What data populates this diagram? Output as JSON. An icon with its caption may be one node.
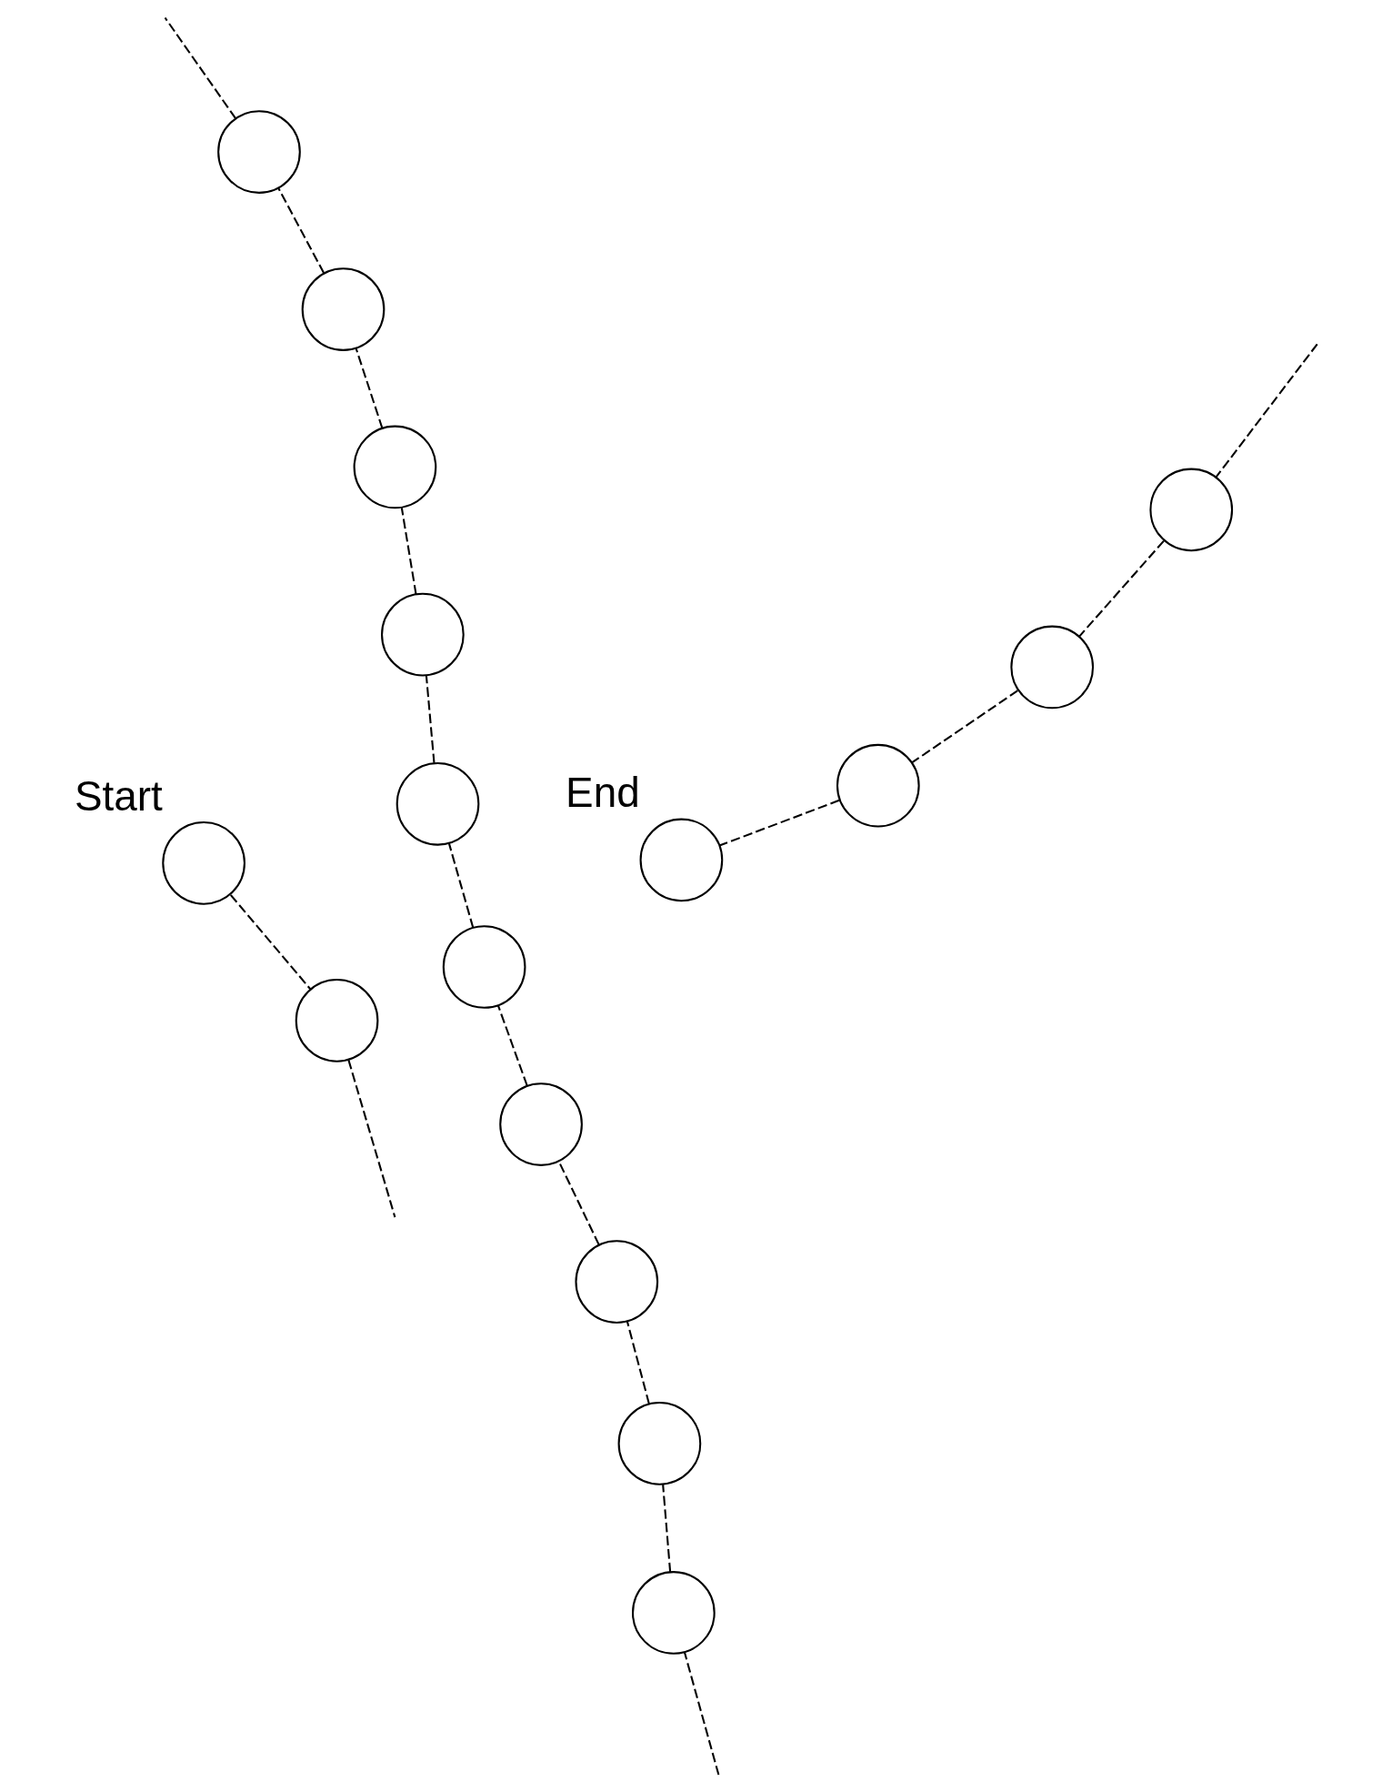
{
  "diagram": {
    "nodes": [
      {
        "text": [],
        "shape": "circle"
      },
      {
        "text": [],
        "shape": "circle"
      },
      {
        "text": [],
        "shape": "circle"
      },
      {
        "text": [],
        "shape": "circle"
      },
      {
        "text": [],
        "shape": "circle"
      },
      {
        "text": [],
        "shape": "circle"
      },
      {
        "text": [
          "Start"
        ]
      },
      {
        "text": [],
        "shape": "circle"
      },
      {
        "text": [
          "End"
        ]
      },
      {
        "text": [],
        "shape": "circle"
      },
      {
        "text": [],
        "shape": "circle"
      },
      {
        "text": [],
        "shape": "circle"
      },
      {
        "text": [],
        "shape": "circle"
      },
      {
        "text": [],
        "shape": "circle"
      },
      {
        "text": [],
        "shape": "circle"
      },
      {
        "text": [],
        "shape": "circle"
      }
    ],
    "edges": [
      {
        "from": 6,
        "to": 10,
        "arrow": "none",
        "style": "dashed"
      },
      {
        "from": 10,
        "to": null,
        "arrow": "none",
        "style": "dashed"
      },
      {
        "from": null,
        "to": 14,
        "arrow": "none",
        "style": "dashed"
      },
      {
        "from": 14,
        "to": 15,
        "arrow": "none",
        "style": "dashed"
      },
      {
        "from": 15,
        "to": 13,
        "arrow": "none",
        "style": "dashed"
      },
      {
        "from": 13,
        "to": 12,
        "arrow": "none",
        "style": "dashed"
      },
      {
        "from": 12,
        "to": 7,
        "arrow": "none",
        "style": "dashed"
      },
      {
        "from": 7,
        "to": 11,
        "arrow": "none",
        "style": "dashed"
      },
      {
        "from": 11,
        "to": 5,
        "arrow": "none",
        "style": "dashed"
      },
      {
        "from": 5,
        "to": 9,
        "arrow": "none",
        "style": "dashed"
      },
      {
        "from": 9,
        "to": 4,
        "arrow": "none",
        "style": "dashed"
      },
      {
        "from": 4,
        "to": 0,
        "arrow": "none",
        "style": "dashed"
      },
      {
        "from": 0,
        "to": null,
        "arrow": "none",
        "style": "dashed"
      },
      {
        "from": null,
        "to": 1,
        "arrow": "none",
        "style": "dashed"
      },
      {
        "from": 1,
        "to": 2,
        "arrow": "none",
        "style": "dashed"
      },
      {
        "from": 2,
        "to": 3,
        "arrow": "none",
        "style": "dashed"
      },
      {
        "from": 3,
        "to": 8,
        "arrow": "none",
        "style": "dashed"
      }
    ]
  }
}
